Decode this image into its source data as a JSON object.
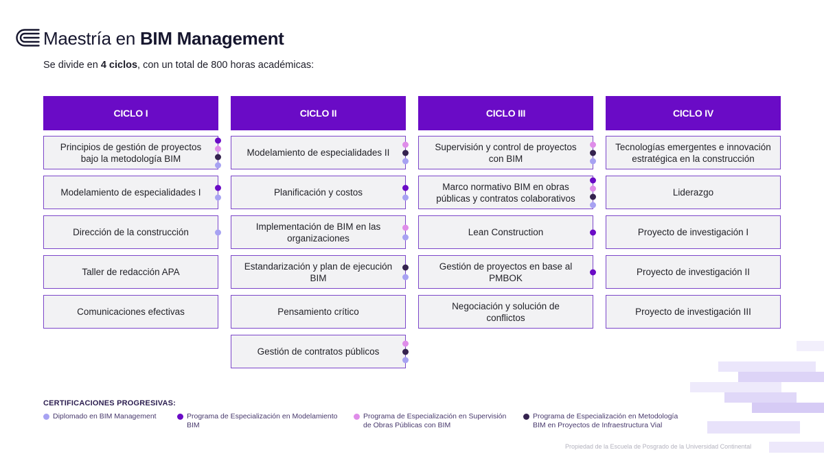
{
  "header": {
    "logo_icon": "continental-logo-icon",
    "title_regular": "Maestría en",
    "title_bold": "BIM Management",
    "subtitle_prefix": "Se divide en",
    "subtitle_bold": "4 ciclos",
    "subtitle_suffix": ", con un total de 800 horas académicas:"
  },
  "colors": {
    "primary": "#6a0bc6",
    "box_border": "#7b45c9",
    "box_background": "#f2f2f4"
  },
  "cycles": [
    {
      "title": "CICLO I",
      "courses": [
        {
          "name": "Principios de gestión de proyectos\nbajo la metodología BIM",
          "certifications": [
            1,
            2,
            3,
            0
          ]
        },
        {
          "name": "Modelamiento de especialidades I",
          "certifications": [
            1,
            0
          ]
        },
        {
          "name": "Dirección de la construcción",
          "certifications": [
            0
          ]
        },
        {
          "name": "Taller de redacción APA",
          "certifications": []
        },
        {
          "name": "Comunicaciones efectivas",
          "certifications": []
        }
      ]
    },
    {
      "title": "CICLO II",
      "courses": [
        {
          "name": "Modelamiento de especialidades II",
          "certifications": [
            2,
            3,
            0
          ]
        },
        {
          "name": "Planificación y costos",
          "certifications": [
            1,
            0
          ]
        },
        {
          "name": "Implementación de BIM en las\norganizaciones",
          "certifications": [
            2,
            0
          ]
        },
        {
          "name": "Estandarización y plan de ejecución\nBIM",
          "certifications": [
            3,
            0
          ]
        },
        {
          "name": "Pensamiento crítico",
          "certifications": []
        },
        {
          "name": "Gestión de contratos públicos",
          "certifications": [
            2,
            3,
            0
          ]
        }
      ]
    },
    {
      "title": "CICLO III",
      "courses": [
        {
          "name": "Supervisión y control de proyectos\ncon BIM",
          "certifications": [
            2,
            3,
            0
          ]
        },
        {
          "name": "Marco normativo BIM en obras\npúblicas y contratos colaborativos",
          "certifications": [
            1,
            2,
            3,
            0
          ]
        },
        {
          "name": "Lean Construction",
          "certifications": [
            1
          ]
        },
        {
          "name": "Gestión de proyectos en base al\nPMBOK",
          "certifications": [
            1
          ]
        },
        {
          "name": "Negociación y solución de\nconflictos",
          "certifications": []
        }
      ]
    },
    {
      "title": "CICLO IV",
      "courses": [
        {
          "name": "Tecnologías emergentes e innovación\nestratégica en la construcción",
          "certifications": []
        },
        {
          "name": "Liderazgo",
          "certifications": []
        },
        {
          "name": "Proyecto de investigación I",
          "certifications": []
        },
        {
          "name": "Proyecto de investigación II",
          "certifications": []
        },
        {
          "name": "Proyecto de investigación III",
          "certifications": []
        }
      ]
    }
  ],
  "legend": {
    "title": "CERTIFICACIONES PROGRESIVAS:",
    "items": [
      {
        "label": "Diplomado en BIM Management",
        "color": "#a7a2f2"
      },
      {
        "label": "Programa de Especialización en Modelamiento\nBIM",
        "color": "#6a0bc6"
      },
      {
        "label": "Programa de Especialización en Supervisión\nde Obras Públicas con BIM",
        "color": "#df8de9"
      },
      {
        "label": "Programa de Especialización en Metodología\nBIM en Proyectos de Infraestructura Vial",
        "color": "#35234f"
      }
    ]
  },
  "footer": {
    "text": "Propiedad de la Escuela de Posgrado de la Universidad Continental"
  }
}
